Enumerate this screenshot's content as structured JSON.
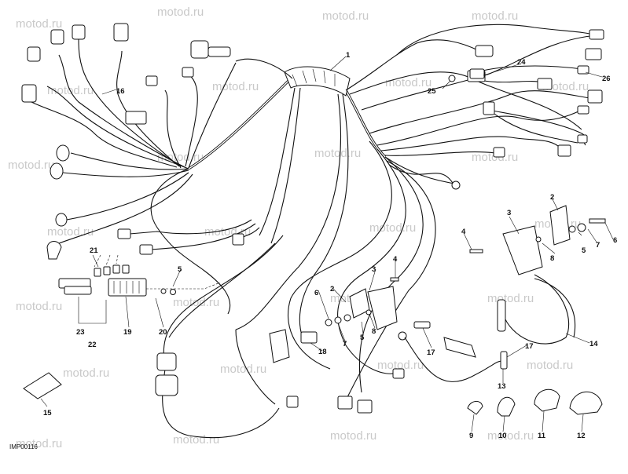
{
  "watermark": "motod.ru",
  "drawing_code": "IMP00116",
  "callouts": [
    "1",
    "2",
    "3",
    "4",
    "5",
    "6",
    "7",
    "8",
    "9",
    "10",
    "11",
    "12",
    "13",
    "14",
    "15",
    "16",
    "17",
    "18",
    "19",
    "20",
    "21",
    "22",
    "23",
    "24",
    "25",
    "26"
  ]
}
